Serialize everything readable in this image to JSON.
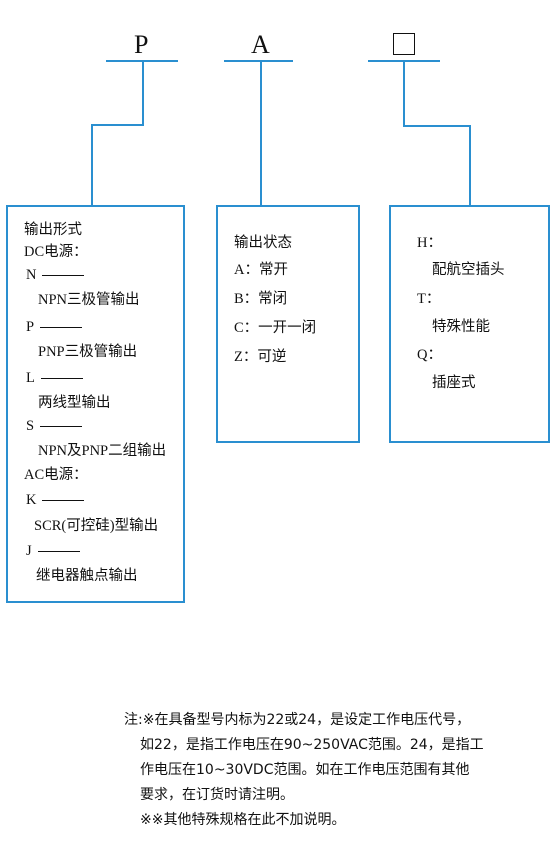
{
  "codes": {
    "c1": "P",
    "c2": "A",
    "c3": "□"
  },
  "box1": {
    "title": "输出形式",
    "dc": "DC电源：",
    "n_code": "N",
    "n_desc": "NPN三极管输出",
    "p_code": "P",
    "p_desc": "PNP三极管输出",
    "l_code": "L",
    "l_desc": "两线型输出",
    "s_code": "S",
    "s_desc": "NPN及PNP二组输出",
    "ac": "AC电源：",
    "k_code": "K",
    "k_desc": "SCR(可控硅)型输出",
    "j_code": "J",
    "j_desc": "继电器触点输出"
  },
  "box2": {
    "title": "输出状态",
    "a": "A：常开",
    "b": "B：常闭",
    "c": "C：一开一闭",
    "z": "Z：可逆"
  },
  "box3": {
    "h": "H：",
    "h_desc": "配航空插头",
    "t": "T：",
    "t_desc": "特殊性能",
    "q": "Q：",
    "q_desc": "插座式"
  },
  "note": {
    "l1": "注:※在具备型号内标为22或24，是设定工作电压代号，",
    "l2": "如22，是指工作电压在90~250VAC范围。24，是指工",
    "l3": "作电压在10~30VDC范围。如在工作电压范围有其他",
    "l4": "要求，在订货时请注明。",
    "l5": "※※其他特殊规格在此不加说明。"
  },
  "colors": {
    "line": "#2a8fd0",
    "text": "#111111"
  }
}
